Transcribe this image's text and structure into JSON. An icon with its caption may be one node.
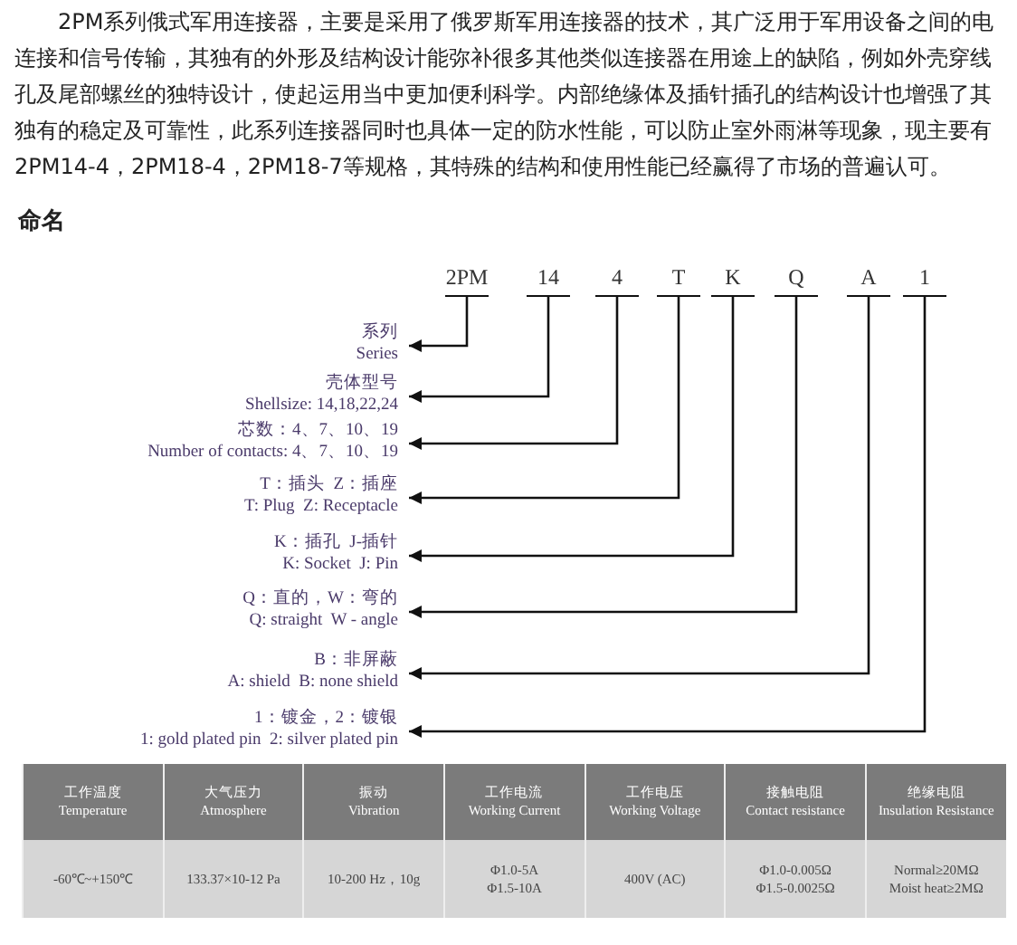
{
  "diagram": {
    "nodes": [
      {
        "text": [
          "2PM"
        ]
      },
      {
        "text": [
          "14"
        ]
      },
      {
        "text": [
          "4"
        ]
      },
      {
        "text": [
          "T"
        ]
      },
      {
        "text": [
          "K"
        ]
      },
      {
        "text": [
          "Q"
        ]
      },
      {
        "text": [
          "A"
        ]
      },
      {
        "text": [
          "1"
        ]
      },
      {
        "text": [
          "系列",
          "Series"
        ]
      },
      {
        "text": [
          "壳体型号",
          "Shellsize: 14,18,22,24"
        ]
      },
      {
        "text": [
          "芯数：4、7、10、19",
          "Number of contacts: 4、7、10、19"
        ]
      },
      {
        "text": [
          "T：插头  Z：插座",
          "T: Plug  Z: Receptacle"
        ]
      },
      {
        "text": [
          "K：插孔  J-插针",
          "K: Socket  J: Pin"
        ]
      },
      {
        "text": [
          "Q：直的，W：弯的",
          "Q: straight  W - angle"
        ]
      },
      {
        "text": [
          "B：非屏蔽",
          "A: shield  B: none shield"
        ]
      },
      {
        "text": [
          "1：镀金，2：镀银",
          "1: gold plated pin  2: silver plated pin"
        ]
      }
    ],
    "edges": [
      {
        "from": 0,
        "to": 8,
        "arrow": "to"
      },
      {
        "from": 1,
        "to": 9,
        "arrow": "to"
      },
      {
        "from": 2,
        "to": 10,
        "arrow": "to"
      },
      {
        "from": 3,
        "to": 11,
        "arrow": "to"
      },
      {
        "from": 4,
        "to": 12,
        "arrow": "to"
      },
      {
        "from": 5,
        "to": 13,
        "arrow": "to"
      },
      {
        "from": 6,
        "to": 14,
        "arrow": "to"
      },
      {
        "from": 7,
        "to": 15,
        "arrow": "to"
      }
    ],
    "labels": [
      "2PM系列俄式军用连接器，主要是采用了俄罗斯军用连接器的技术，其广泛用于军用设备之间的电连接和信号传输，其独有的外形及结构设计能弥补很多其他类似连接器在用途上的缺陷，例如外壳穿线孔及尾部螺丝的独特设计，使起运用当中更加便利科学。内部绝缘体及插针插孔的结构设计也增强了其独有的稳定及可靠性，此系列连接器同时也具体一定的防水性能，可以防止室外雨淋等现象，现主要有2PM14-4，2PM18-4，2PM18-7等规格，其特殊的结构和使用性能已经赢得了市场的普遍认可。",
      "命名",
      "工作温度",
      "Temperature",
      "大气压力",
      "Atmosphere",
      "振动",
      "Vibration",
      "工作电流",
      "Working Current",
      "工作电压",
      "Working Voltage",
      "接触电阻",
      "Contact resistance",
      "绝缘电阻",
      "Insulation Resistance",
      "-60℃~+150℃",
      "133.37×10-12 Pa",
      "10-200 Hz，10g",
      "Φ1.0-5A",
      "Φ1.5-10A",
      "400V (AC)",
      "Φ1.0-0.005Ω",
      "Φ1.5-0.0025Ω",
      "Normal≥20MΩ",
      "Moist heat≥2MΩ"
    ]
  }
}
